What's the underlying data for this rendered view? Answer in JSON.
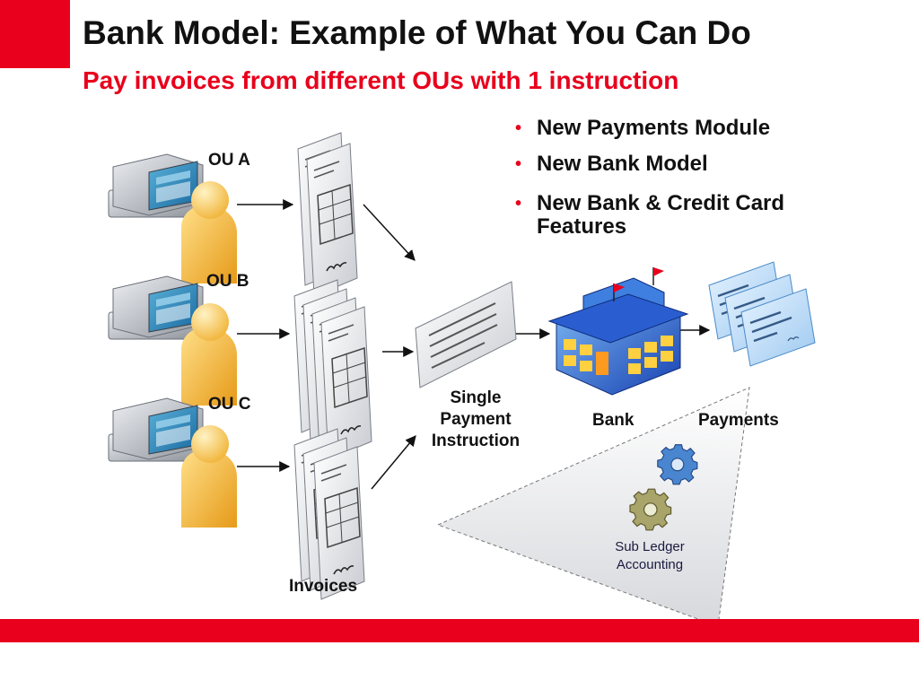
{
  "header": {
    "title": "Bank Model: Example of What You Can Do",
    "subtitle": "Pay invoices from different OUs with 1 instruction",
    "accent_color": "#e8001c"
  },
  "bullets": [
    "New Payments Module",
    "New Bank Model",
    "New Bank & Credit Card Features"
  ],
  "diagram": {
    "ou_labels": [
      "OU A",
      "OU B",
      "OU C"
    ],
    "invoices_label": "Invoices",
    "instruction_label_lines": [
      "Single",
      "Payment",
      "Instruction"
    ],
    "bank_label": "Bank",
    "payments_label": "Payments",
    "subledger_label_lines": [
      "Sub Ledger",
      "Accounting"
    ],
    "icons": [
      "computer-user-icon",
      "invoice-document-icon",
      "payment-instruction-icon",
      "bank-building-icon",
      "check-payment-icon",
      "gears-icon"
    ]
  }
}
